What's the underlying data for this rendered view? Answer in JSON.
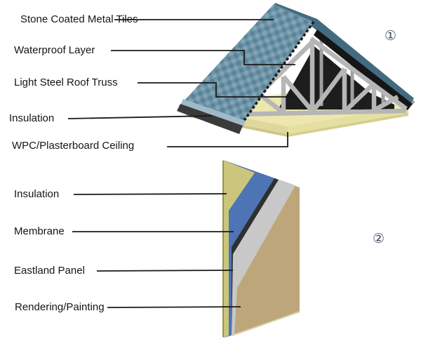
{
  "figure_roof": {
    "marker": "①",
    "labels": [
      "Stone Coated Metal Tiles",
      "Waterproof Layer",
      "Light Steel Roof Truss",
      "Insulation",
      "WPC/Plasterboard Ceiling"
    ]
  },
  "figure_wall": {
    "marker": "②",
    "labels": [
      "Insulation",
      "Membrane",
      "Eastland Panel",
      "Rendering/Painting"
    ]
  },
  "colors": {
    "background": "#ffffff",
    "label_text": "#151515",
    "leader_line": "#1a1a1a",
    "roof_tiles_base": "#6d93a6",
    "roof_tiles_dark": "#5b8196",
    "roof_tiles_light": "#81a5b7",
    "roof_tile_edge": "#9fbac9",
    "waterproof_layer": "#3a3a3a",
    "roof_back_slope": "#426b80",
    "roof_underside": "#161616",
    "truss_steel": "#b6b6b6",
    "truss_steel_back": "#a0a0a0",
    "truss_shadow": "#1d1d1d",
    "insulation_slab_top": "#ece7ae",
    "insulation_slab_front": "#ded89c",
    "insulation_slab_front2": "#e5dfa1",
    "ceiling_board": "#cdc786",
    "ceiling_board2": "#d5cf8e",
    "wall_insulation": "#cbc67b",
    "wall_insulation_edge": "#97914f",
    "wall_membrane": "#4d74b4",
    "wall_dark_layer": "#2f2f2f",
    "wall_panel_gray": "#c8c8c8",
    "wall_render_tan": "#bda77a",
    "wall_bottom_edge": "#d9cca5",
    "tile_serration": "#1c1c1c"
  }
}
